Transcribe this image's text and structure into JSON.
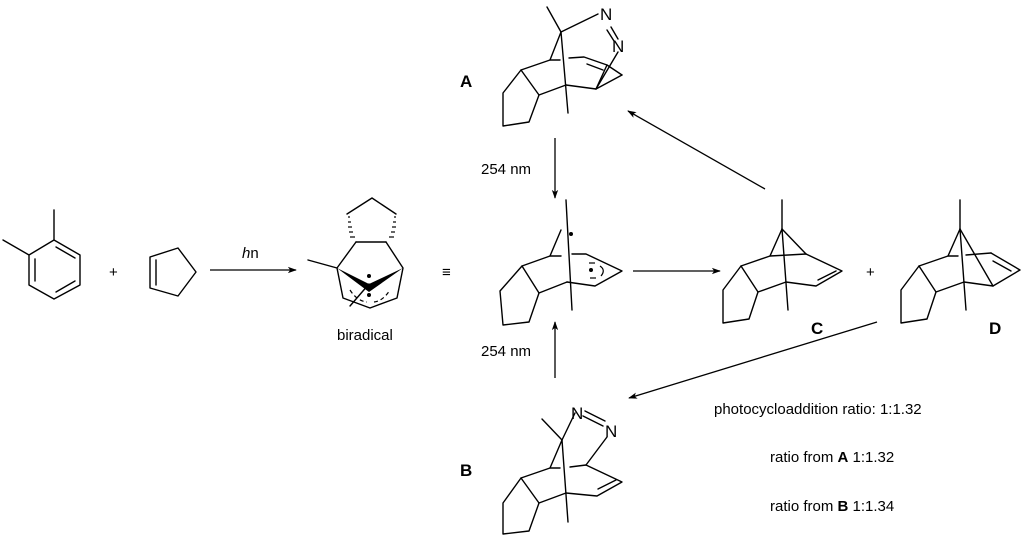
{
  "title": "Photocycloaddition of o-xylene and cyclopentene via biradical",
  "reactants": {
    "reactant1": "o-xylene",
    "plus": "+",
    "reactant2": "cyclopentene"
  },
  "conditions": {
    "photo": "hn",
    "photo_italic": "h",
    "photo_rest": "n",
    "irradiation_A": "254 nm",
    "irradiation_B": "254 nm"
  },
  "intermediate": {
    "label": "biradical",
    "equivalence": "≡"
  },
  "compounds": {
    "A": "A",
    "B": "B",
    "C": "C",
    "D": "D",
    "plus": "+",
    "nitrogen": "N"
  },
  "ratios": [
    {
      "prefix": "photocycloaddition ratio: ",
      "bold": "",
      "value": "1:1.32"
    },
    {
      "prefix": "ratio from ",
      "bold": "A",
      "value": " 1:1.32"
    },
    {
      "prefix": "ratio from ",
      "bold": "B",
      "value": " 1:1.34"
    }
  ]
}
